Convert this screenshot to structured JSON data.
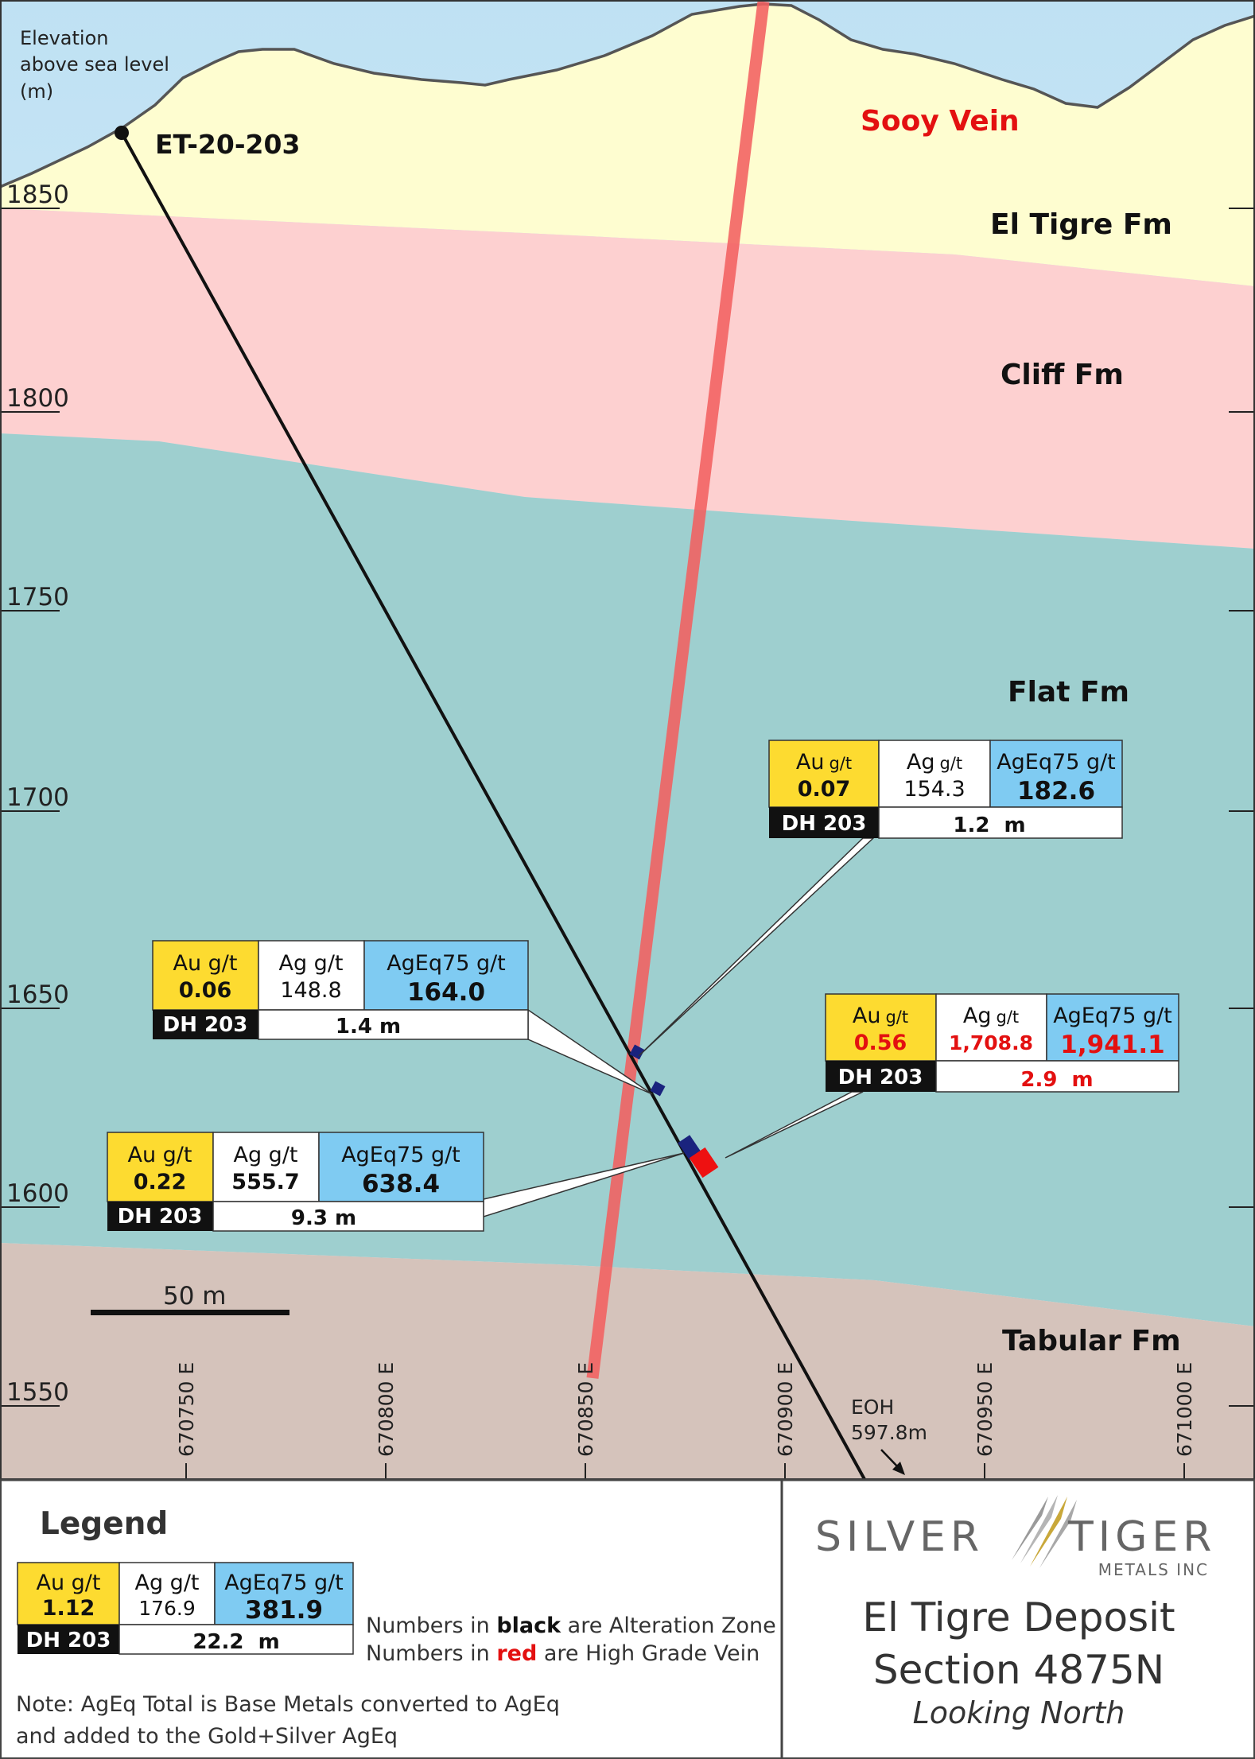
{
  "elevation_label": [
    "Elevation",
    "above sea level",
    "(m)"
  ],
  "elevations": [
    "1850",
    "1800",
    "1750",
    "1700",
    "1650",
    "1600",
    "1550"
  ],
  "eastings": [
    "670750 E",
    "670800 E",
    "670850 E",
    "670900 E",
    "670950 E",
    "671000 E"
  ],
  "formations": {
    "vein": "Sooy Vein",
    "el_tigre": "El Tigre Fm",
    "cliff": "Cliff Fm",
    "flat": "Flat Fm",
    "tabular": "Tabular Fm"
  },
  "drill_hole": "ET-20-203",
  "eoh": [
    "EOH",
    "597.8m"
  ],
  "scale_label": "50 m",
  "headers": {
    "au": "Au",
    "ag": "Ag",
    "ageq": "AgEq75",
    "unit": "g/t",
    "au_full": "Au g/t",
    "ag_full": "Ag g/t",
    "ageq_full": "AgEq75 g/t"
  },
  "intercepts": [
    {
      "hole": "DH 203",
      "au": "0.07",
      "ag": "154.3",
      "ageq": "182.6",
      "width": "1.2  m"
    },
    {
      "hole": "DH 203",
      "au": "0.06",
      "ag": "148.8",
      "ageq": "164.0",
      "width": "1.4 m"
    },
    {
      "hole": "DH 203",
      "au": "0.56",
      "ag": "1,708.8",
      "ageq": "1,941.1",
      "width": "2.9  m"
    },
    {
      "hole": "DH 203",
      "au": "0.22",
      "ag": "555.7",
      "ageq": "638.4",
      "width": "9.3 m"
    }
  ],
  "legend": {
    "title": "Legend",
    "sample": {
      "hole": "DH 203",
      "au": "1.12",
      "ag": "176.9",
      "ageq": "381.9",
      "width": "22.2  m"
    },
    "line1": [
      "Numbers in ",
      "black",
      " are Alteration Zone"
    ],
    "line2": [
      "Numbers in ",
      "red",
      " are High Grade Vein"
    ],
    "note": [
      "Note: AgEq Total is Base Metals converted to AgEq",
      "and added to the Gold+Silver AgEq"
    ]
  },
  "brand": {
    "left": "SILVER",
    "right": "TIGER",
    "sub": "METALS INC"
  },
  "deposit": {
    "line1": "El Tigre Deposit",
    "line2": "Section 4875N",
    "line3": "Looking North"
  },
  "colors": {
    "sky": "#c7e6f6",
    "el_tigre": "#fefdd0",
    "cliff": "#fdd0d0",
    "flat": "#9ecfcf",
    "tabular": "#d5c3bb",
    "vein": "#f26060",
    "au_cell": "#fddb30",
    "ageq_cell": "#7fcbf2",
    "sample_alteration": "#1a237e",
    "sample_vein": "#ee1111"
  }
}
